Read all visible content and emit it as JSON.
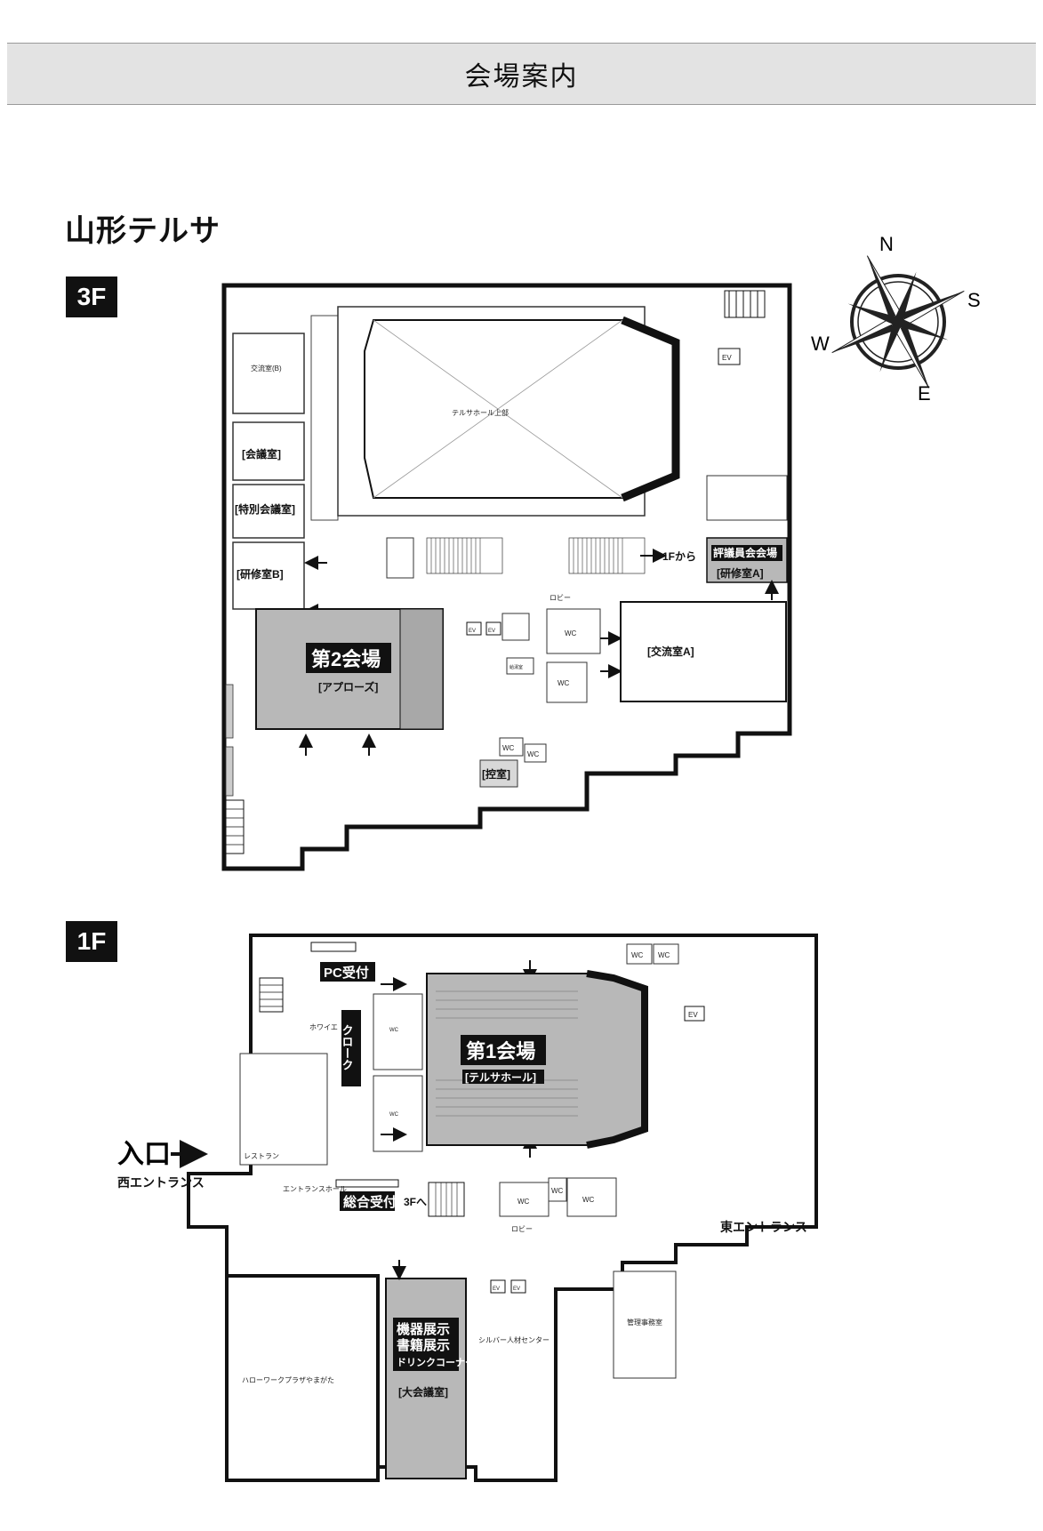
{
  "header": {
    "title": "会場案内"
  },
  "venue": {
    "name": "山形テルサ"
  },
  "compass": {
    "n": "N",
    "s": "S",
    "e": "E",
    "w": "W"
  },
  "floor3": {
    "tag": "3F",
    "rooms": {
      "koryu_b": "交流室(B)",
      "kaigishitsu": "[会議室]",
      "tokubetsu": "[特別会議室]",
      "kenshu_b": "[研修室B]",
      "hall_upper": "テルサホール上部",
      "from_1f": "1Fから",
      "hyogiin": "評議員会会場",
      "kenshu_a": "[研修室A]",
      "lobby": "ロビー",
      "hall2_title": "第2会場",
      "hall2_sub": "[アプローズ]",
      "wc1": "WC",
      "wc2": "WC",
      "wc3": "WC",
      "wc4": "WC",
      "ev1": "EV",
      "ev2": "EV",
      "ev3": "EV",
      "koryu_a": "[交流室A]",
      "hikae": "[控室]",
      "small_room": "給湯室"
    }
  },
  "floor1": {
    "tag": "1F",
    "rooms": {
      "pc_reception": "PC受付",
      "foyer": "ホワイエ",
      "cloak": "クローク",
      "wc_l1": "WC",
      "wc_l2": "WC",
      "hall1_title": "第1会場",
      "hall1_sub": "[テルサホール]",
      "wc_r1": "WC",
      "wc_r2": "WC",
      "ev": "EV",
      "restaurant": "レストラン",
      "general_reception": "総合受付",
      "to_3f": "3Fへ",
      "wc_b1": "WC",
      "wc_b2": "WC",
      "wc_b3": "WC",
      "entrance": "入口",
      "west_entrance": "西エントランス",
      "entrance_hall": "エントランスホール",
      "lobby": "ロビー",
      "east_entrance": "東エントランス",
      "ev_b1": "EV",
      "ev_b2": "EV",
      "exhibit1": "機器展示",
      "exhibit2": "書籍展示",
      "exhibit3": "ドリンクコーナー",
      "daikaigi": "[大会議室]",
      "silver": "シルバー人材センター",
      "kanri": "管理事務室",
      "hellowork": "ハローワークプラザやまがた"
    }
  },
  "colors": {
    "highlight": "#b8b8b8",
    "dark": "#111111",
    "header_bg": "#e3e3e3"
  }
}
